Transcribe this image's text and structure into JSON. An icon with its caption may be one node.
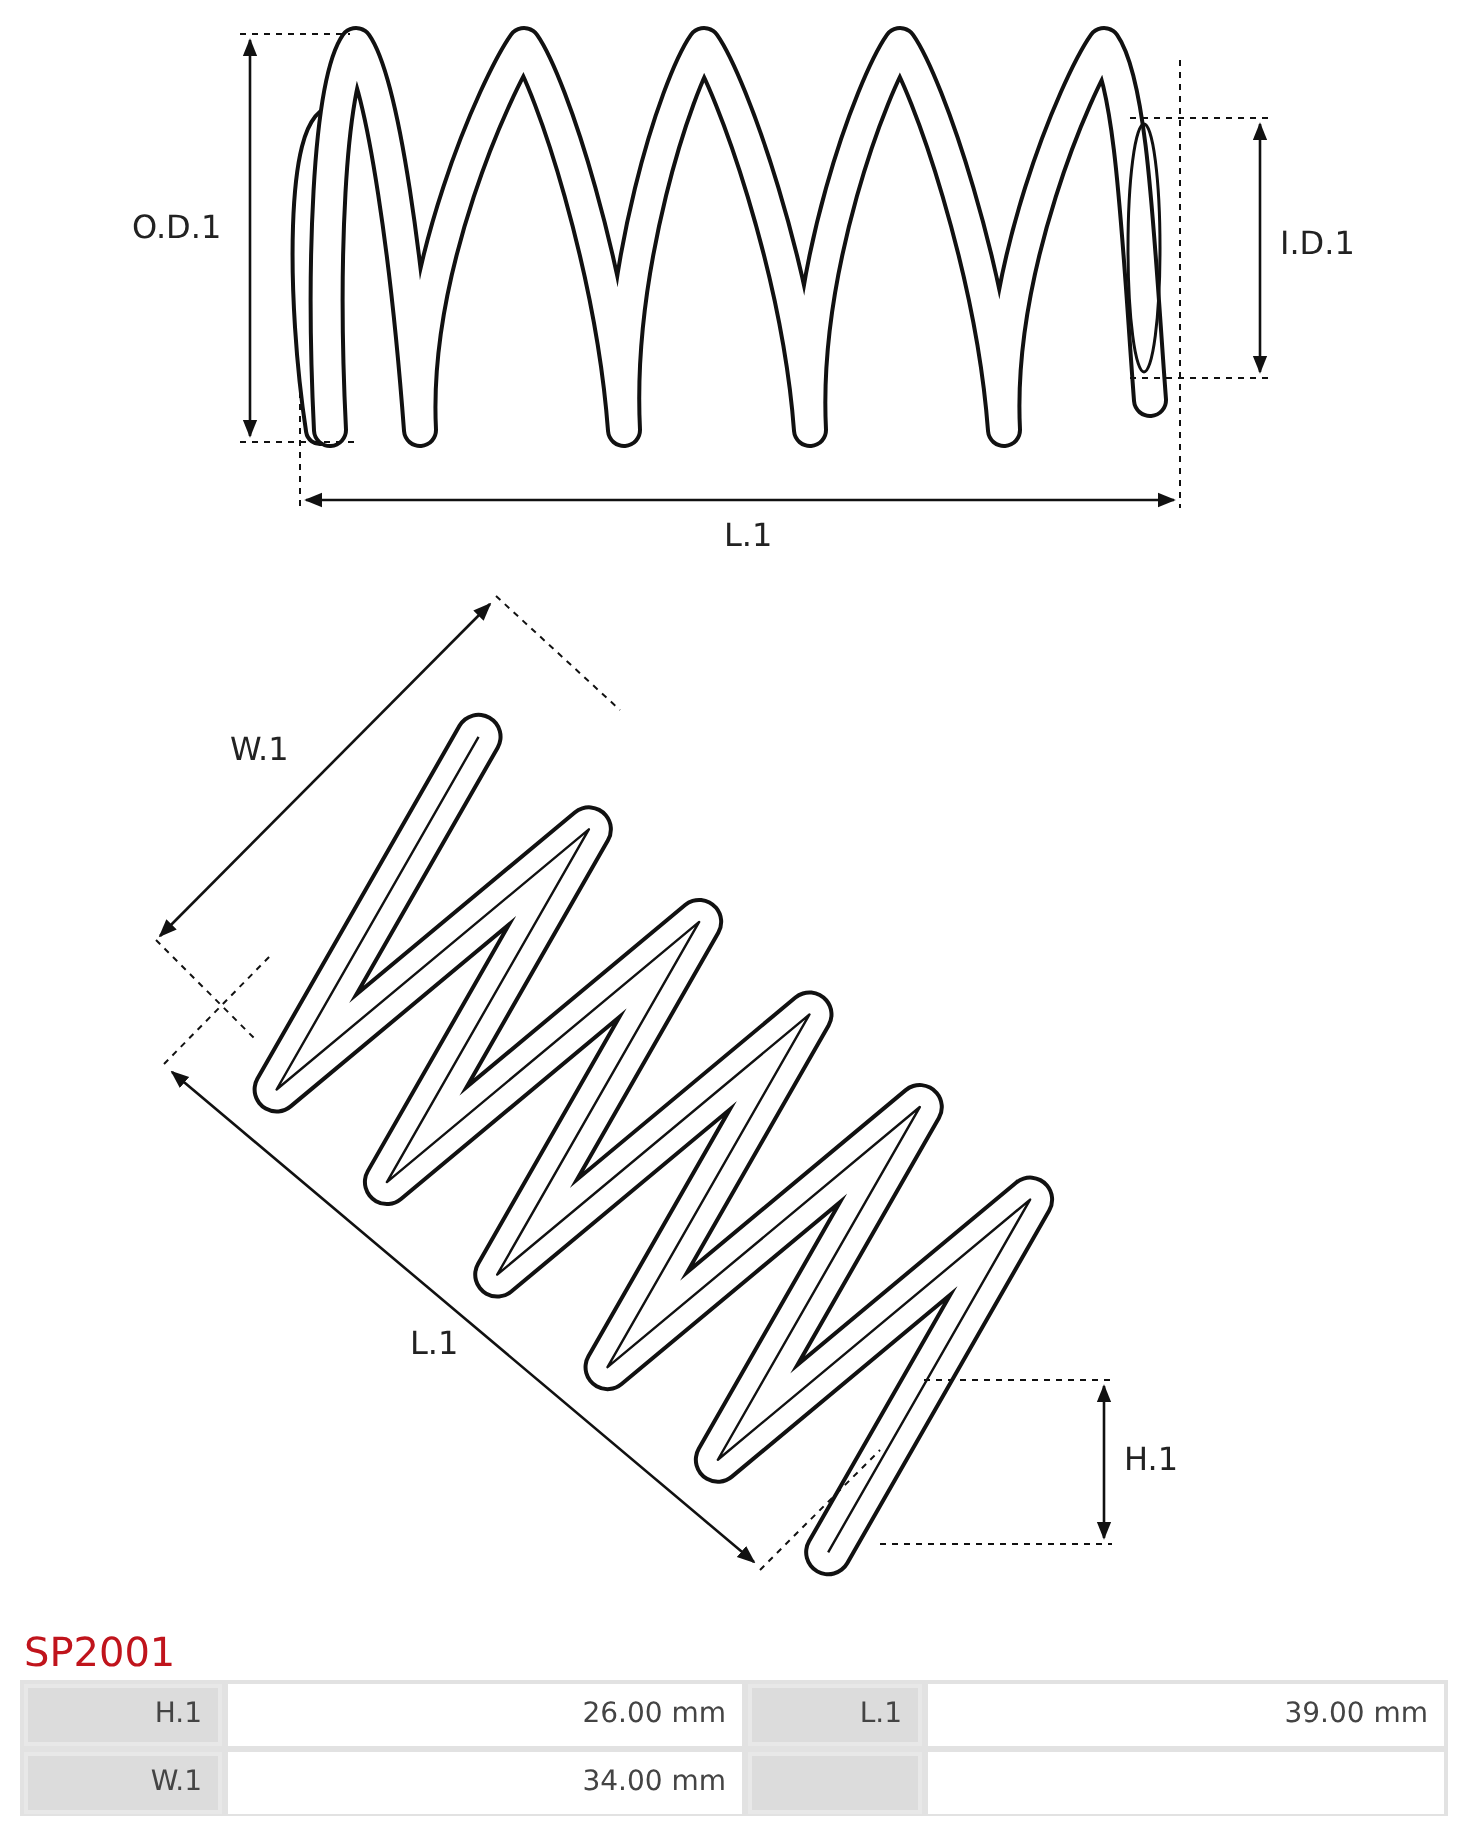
{
  "diagram": {
    "title": "SP2001",
    "labels": [
      "O.D.1",
      "I.D.1",
      "L.1",
      "W.1",
      "L.1",
      "H.1",
      "H.1",
      "26.00 mm",
      "L.1",
      "39.00 mm",
      "W.1",
      "34.00 mm"
    ]
  }
}
